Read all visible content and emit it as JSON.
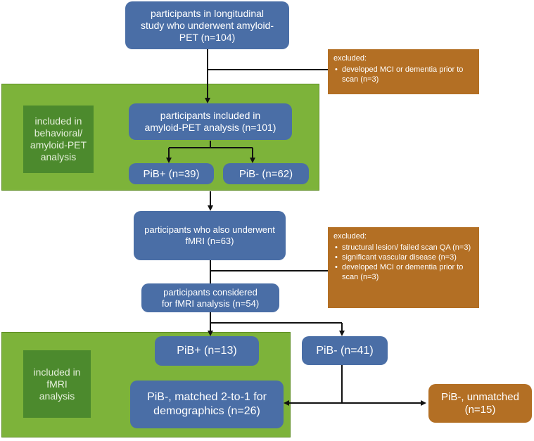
{
  "nodes": {
    "start": "participants in longitudinal\nstudy who underwent amyloid-\nPET (n=104)",
    "pet_analysis": "participants included in\namyloid-PET analysis  (n=101)",
    "pib_pos_39": "PiB+ (n=39)",
    "pib_neg_62": "PiB- (n=62)",
    "fmri_underwent": "participants who also underwent\nfMRI (n=63)",
    "fmri_considered": "participants considered\nfor fMRI analysis (n=54)",
    "pib_pos_13": "PiB+ (n=13)",
    "pib_neg_41": "PiB- (n=41)",
    "pib_neg_matched": "PiB-, matched 2-to-1 for\ndemographics (n=26)",
    "pib_neg_unmatched": "PiB-, unmatched\n(n=15)"
  },
  "panels": {
    "behavioral": "included in\nbehavioral/\namyloid-PET\nanalysis",
    "fmri": "included in\nfMRI\nanalysis"
  },
  "exclusions": {
    "first": {
      "title": "excluded:",
      "items": [
        "developed MCI or dementia prior to scan (n=3)"
      ]
    },
    "second": {
      "title": "excluded:",
      "items": [
        "structural lesion/ failed scan QA (n=3)",
        "significant vascular disease (n=3)",
        "developed MCI or dementia prior to scan (n=3)"
      ]
    }
  },
  "colors": {
    "blue": "#4a6ea6",
    "green": "#7db33a",
    "dark_green": "#4c8a2d",
    "orange": "#b36f24"
  }
}
